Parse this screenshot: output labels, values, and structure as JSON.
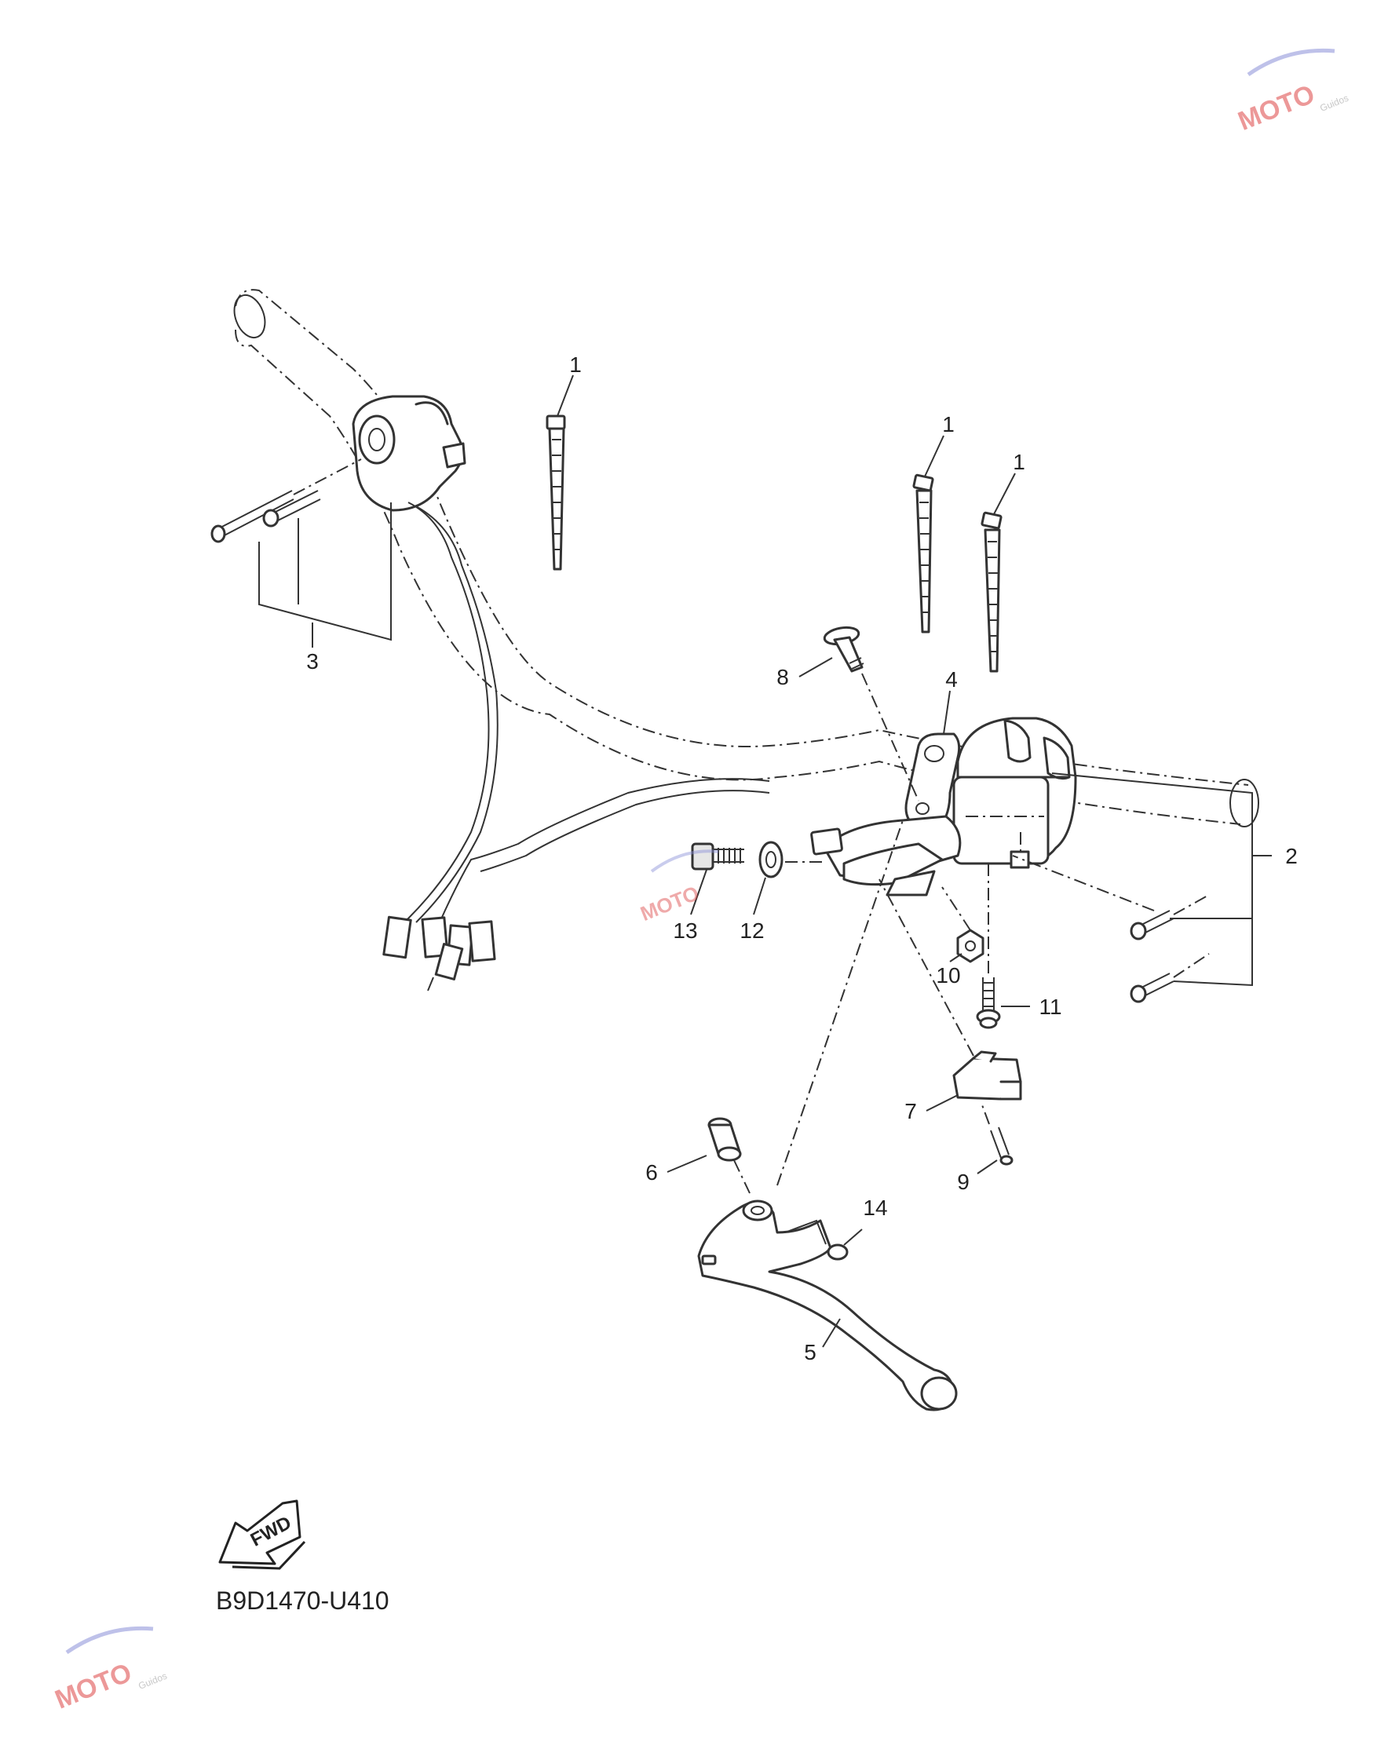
{
  "diagram": {
    "code": "B9D1470-U410",
    "fwd_label": "FWD",
    "watermark_main": "MOTO",
    "watermark_sub": "Guidos"
  },
  "callouts": {
    "c1a": "1",
    "c1b": "1",
    "c1c": "1",
    "c2": "2",
    "c3": "3",
    "c4": "4",
    "c5": "5",
    "c6": "6",
    "c7": "7",
    "c8": "8",
    "c9": "9",
    "c10": "10",
    "c11": "11",
    "c12": "12",
    "c13": "13",
    "c14": "14"
  }
}
